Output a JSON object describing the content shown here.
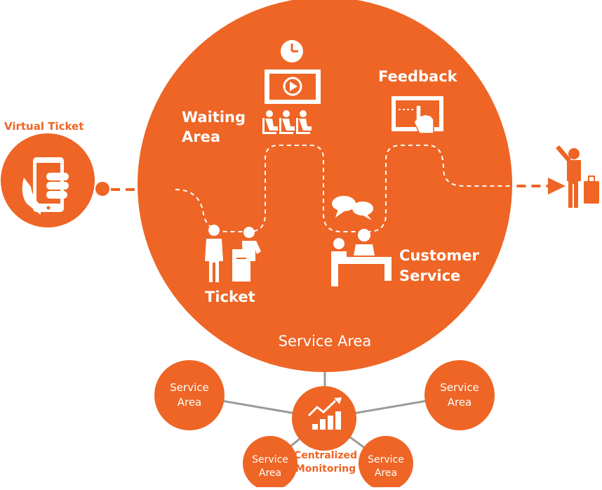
{
  "colors": {
    "primary": "#ee6525",
    "line": "#9a9a9a",
    "white": "#ffffff"
  },
  "labels": {
    "virtual_ticket": "Virtual Ticket",
    "waiting_area": [
      "Waiting",
      "Area"
    ],
    "feedback": "Feedback",
    "ticket": "Ticket",
    "customer_service": [
      "Customer",
      "Service"
    ],
    "service_area_main": "Service Area",
    "centralized_monitoring": [
      "Centralized",
      "Monitoring"
    ],
    "service_area_node": [
      "Service",
      "Area"
    ]
  },
  "icons": {
    "phone": "hand-holding-phone-icon",
    "clock": "clock-icon",
    "video": "video-screen-icon",
    "seats": "waiting-seats-icon",
    "touch": "touch-screen-icon",
    "ticket": "ticket-counter-icon",
    "chat": "chat-bubbles-icon",
    "desk": "service-desk-icon",
    "traveler": "departing-traveler-icon",
    "monitor": "rising-chart-icon"
  }
}
